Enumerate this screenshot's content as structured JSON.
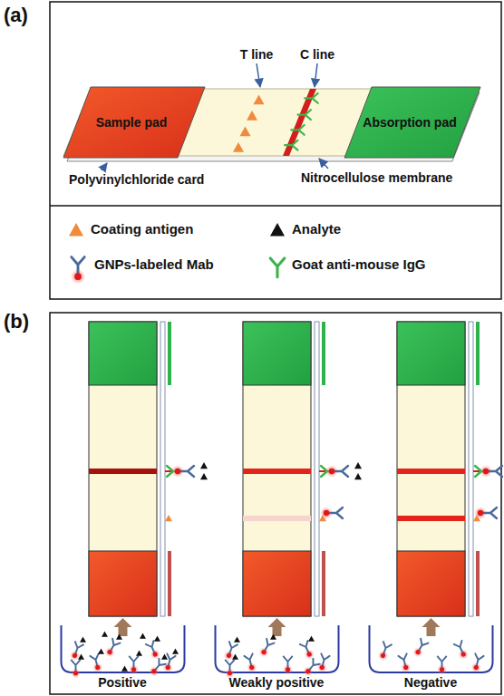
{
  "diagram": {
    "nodes": [
      {
        "text": [
          "Sample pad"
        ]
      },
      {
        "text": [
          "Absorption pad"
        ]
      }
    ],
    "labels": [
      "(a)",
      "T line",
      "C line",
      "Polyvinylchloride card",
      "Nitrocellulose membrane",
      "(b)",
      "Positive",
      "Weakly positive",
      "Negative"
    ],
    "legend": [
      {
        "text": "Coating antigen"
      },
      {
        "text": "Analyte"
      },
      {
        "text": "GNPs-labeled Mab"
      },
      {
        "text": "Goat anti-mouse IgG"
      }
    ]
  }
}
